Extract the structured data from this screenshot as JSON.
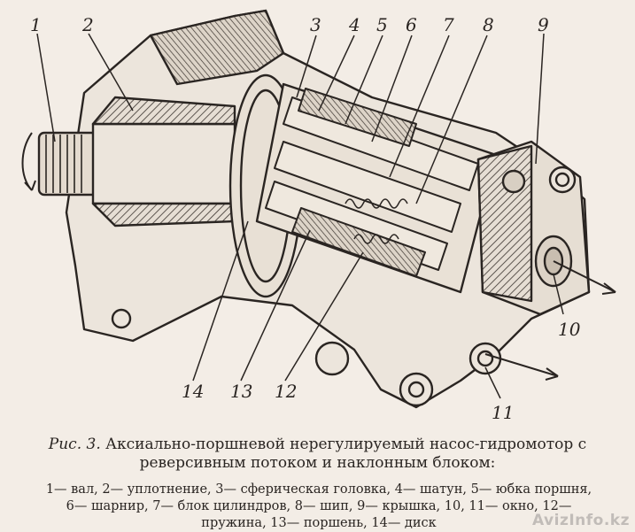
{
  "figure": {
    "callouts": [
      "1",
      "2",
      "3",
      "4",
      "5",
      "6",
      "7",
      "8",
      "9",
      "10",
      "11",
      "12",
      "13",
      "14"
    ]
  },
  "caption": {
    "fig_label": "Рис. 3.",
    "line1": "Аксиально-поршневой нерегулируемый насос-гидромотор с",
    "line2": "реверсивным потоком и наклонным блоком:"
  },
  "legend": {
    "line1": "1— вал, 2— уплотнение, 3— сферическая головка, 4— шатун, 5— юбка поршня,",
    "line2": "6— шарнир, 7— блок цилиндров, 8— шип, 9— крышка, 10, 11— окно, 12—",
    "line3": "пружина, 13— поршень, 14— диск"
  },
  "watermark": "AvizInfo.kz"
}
